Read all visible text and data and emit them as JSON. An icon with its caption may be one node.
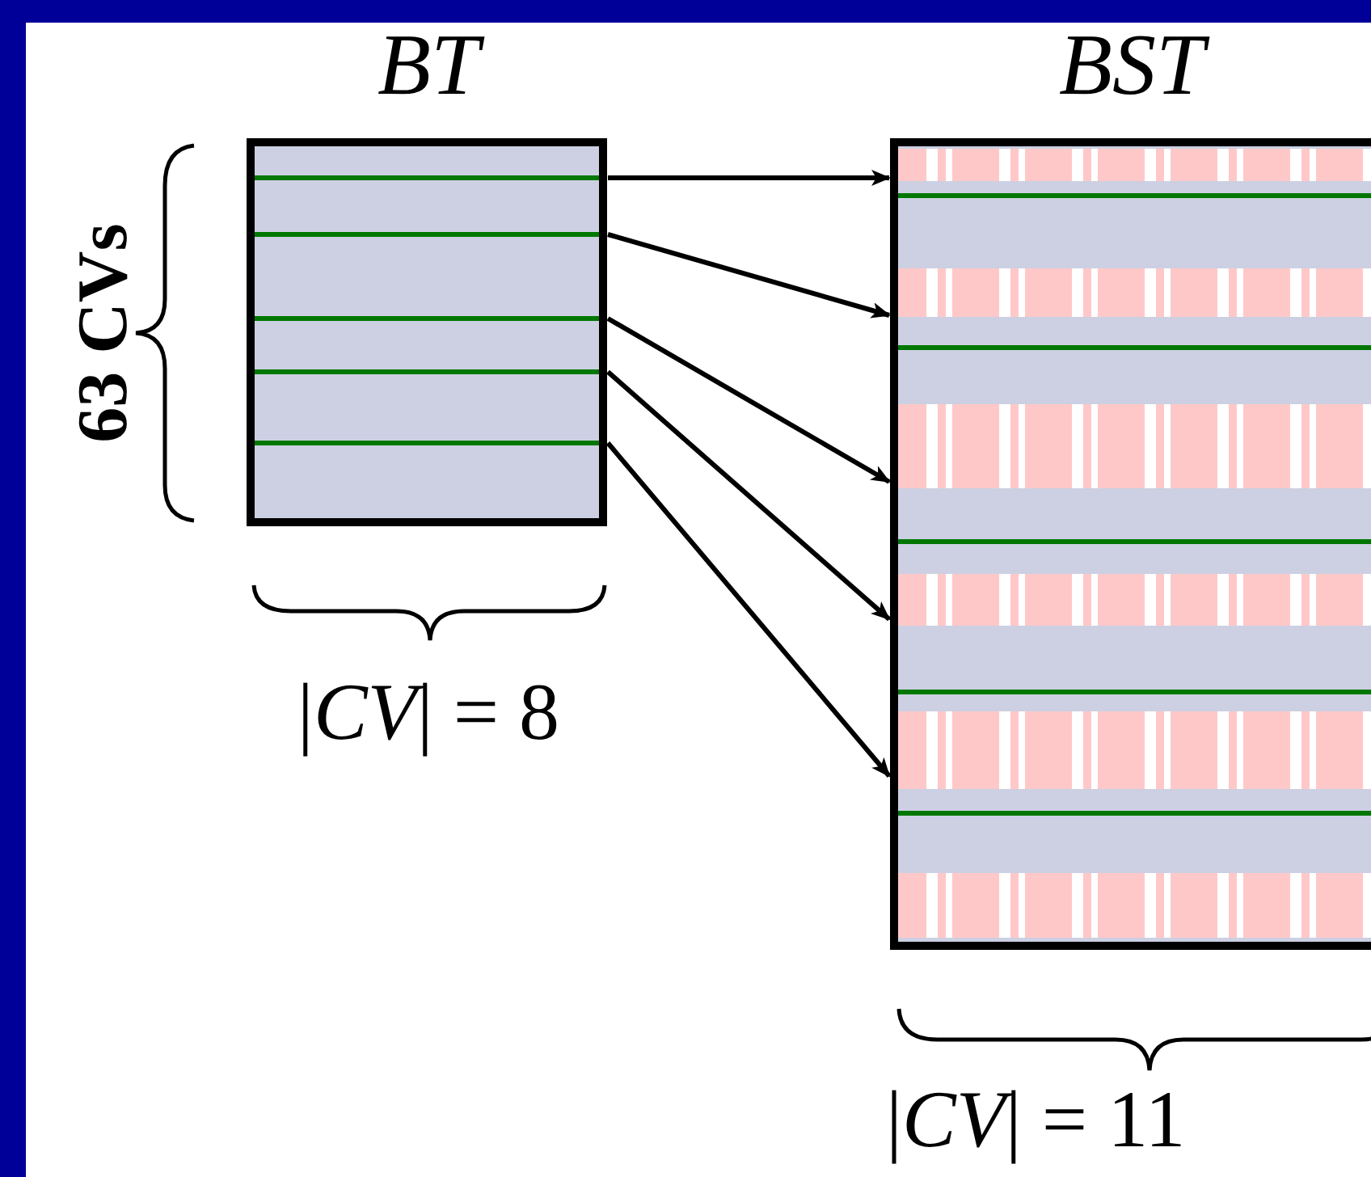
{
  "diagram": {
    "nodes": [
      {
        "text": [
          "BT"
        ]
      },
      {
        "text": [
          "BST"
        ]
      }
    ],
    "edges": [
      {
        "from": 0,
        "to": 1,
        "arrow": "to"
      },
      {
        "from": 0,
        "to": 1,
        "arrow": "to"
      },
      {
        "from": 0,
        "to": 1,
        "arrow": "to"
      },
      {
        "from": 0,
        "to": 1,
        "arrow": "to"
      },
      {
        "from": 0,
        "to": 1,
        "arrow": "to"
      }
    ],
    "labels": [
      "63 CVs",
      "|*CV*| = 8",
      "|*CV*| = 11"
    ]
  }
}
